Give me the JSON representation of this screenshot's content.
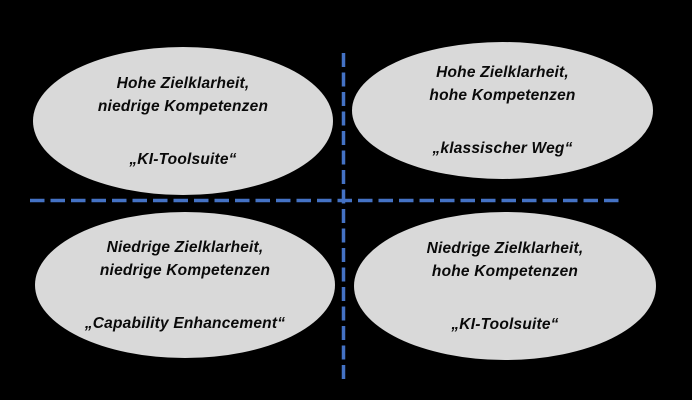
{
  "diagram": {
    "background_color": "#000000",
    "ellipse_fill_color": "#d9d9d9",
    "divider_color": "#4472c4",
    "text_color": "#0a0a0a",
    "quadrants": [
      {
        "position": "top-left",
        "line1": "Hohe Zielklarheit,",
        "line2": "niedrige Kompetenzen",
        "strategy_label": "„KI-Toolsuite“"
      },
      {
        "position": "top-right",
        "line1": "Hohe Zielklarheit,",
        "line2": "hohe Kompetenzen",
        "strategy_label": "„klassischer Weg“"
      },
      {
        "position": "bottom-left",
        "line1": "Niedrige Zielklarheit,",
        "line2": "niedrige Kompetenzen",
        "strategy_label": "„Capability Enhancement“"
      },
      {
        "position": "bottom-right",
        "line1": "Niedrige Zielklarheit,",
        "line2": "hohe Kompetenzen",
        "strategy_label": "„KI-Toolsuite“"
      }
    ]
  }
}
